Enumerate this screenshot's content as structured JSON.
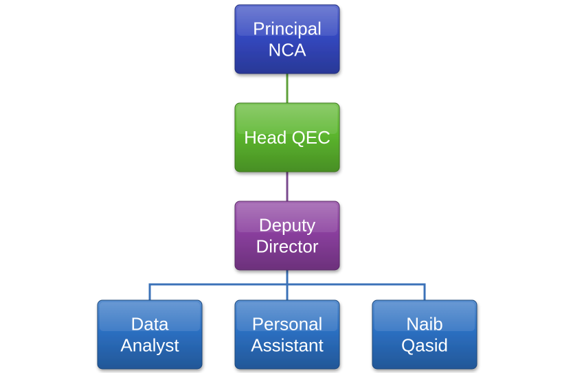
{
  "nodes": [
    {
      "id": "principal",
      "lines": [
        "Principal",
        "NCA"
      ],
      "color": "#3448c0"
    },
    {
      "id": "head-qec",
      "lines": [
        "Head QEC"
      ],
      "color": "#5cb62e"
    },
    {
      "id": "deputy-director",
      "lines": [
        "Deputy",
        "Director"
      ],
      "color": "#8a3f9e"
    },
    {
      "id": "data-analyst",
      "lines": [
        "Data",
        "Analyst"
      ],
      "color": "#2c6fc1"
    },
    {
      "id": "personal-assistant",
      "lines": [
        "Personal",
        "Assistant"
      ],
      "color": "#2c6fc1"
    },
    {
      "id": "naib-qasid",
      "lines": [
        "Naib",
        "Qasid"
      ],
      "color": "#2c6fc1"
    }
  ],
  "edges": [
    {
      "from": "principal",
      "to": "head-qec",
      "color": "#5fa13a"
    },
    {
      "from": "head-qec",
      "to": "deputy-director",
      "color": "#7a4a8e"
    },
    {
      "from": "deputy-director",
      "to": "data-analyst",
      "color": "#3b72b8"
    },
    {
      "from": "deputy-director",
      "to": "personal-assistant",
      "color": "#3b72b8"
    },
    {
      "from": "deputy-director",
      "to": "naib-qasid",
      "color": "#3b72b8"
    }
  ]
}
